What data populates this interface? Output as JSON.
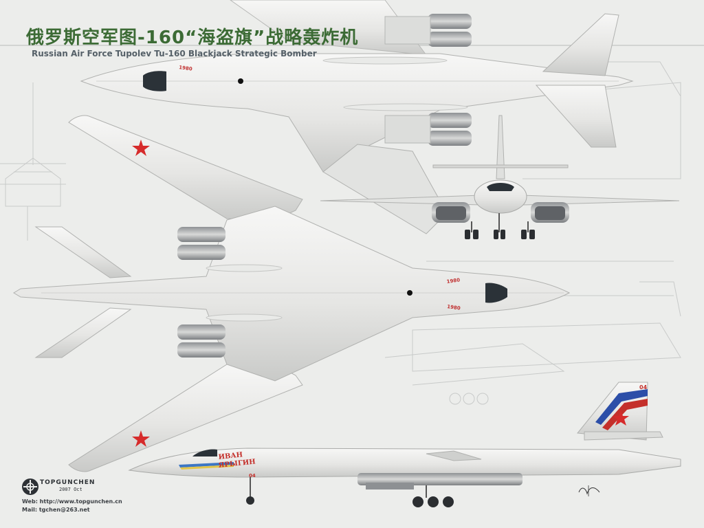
{
  "header": {
    "title_cn": "俄罗斯空军图-160“海盗旗”战略轰炸机",
    "title_en": "Russian Air Force Tupolev Tu-160 Blackjack Strategic Bomber"
  },
  "footer": {
    "brand": "TOPGUNCHEN",
    "date": "2007 Oct",
    "web": "Web: http://www.topgunchen.cn",
    "mail": "Mail: tgchen@263.net"
  },
  "aircraft": {
    "tail_number": "04",
    "nose_name_line1": "ИВАН",
    "nose_name_line2": "ЯРЫГИН"
  },
  "colors": {
    "title_green": "#3c6b35",
    "fuselage": "#e8e8e6",
    "red_star": "#d62b2b",
    "flag_blue": "#2c4ea8",
    "flag_red": "#c4302b"
  }
}
